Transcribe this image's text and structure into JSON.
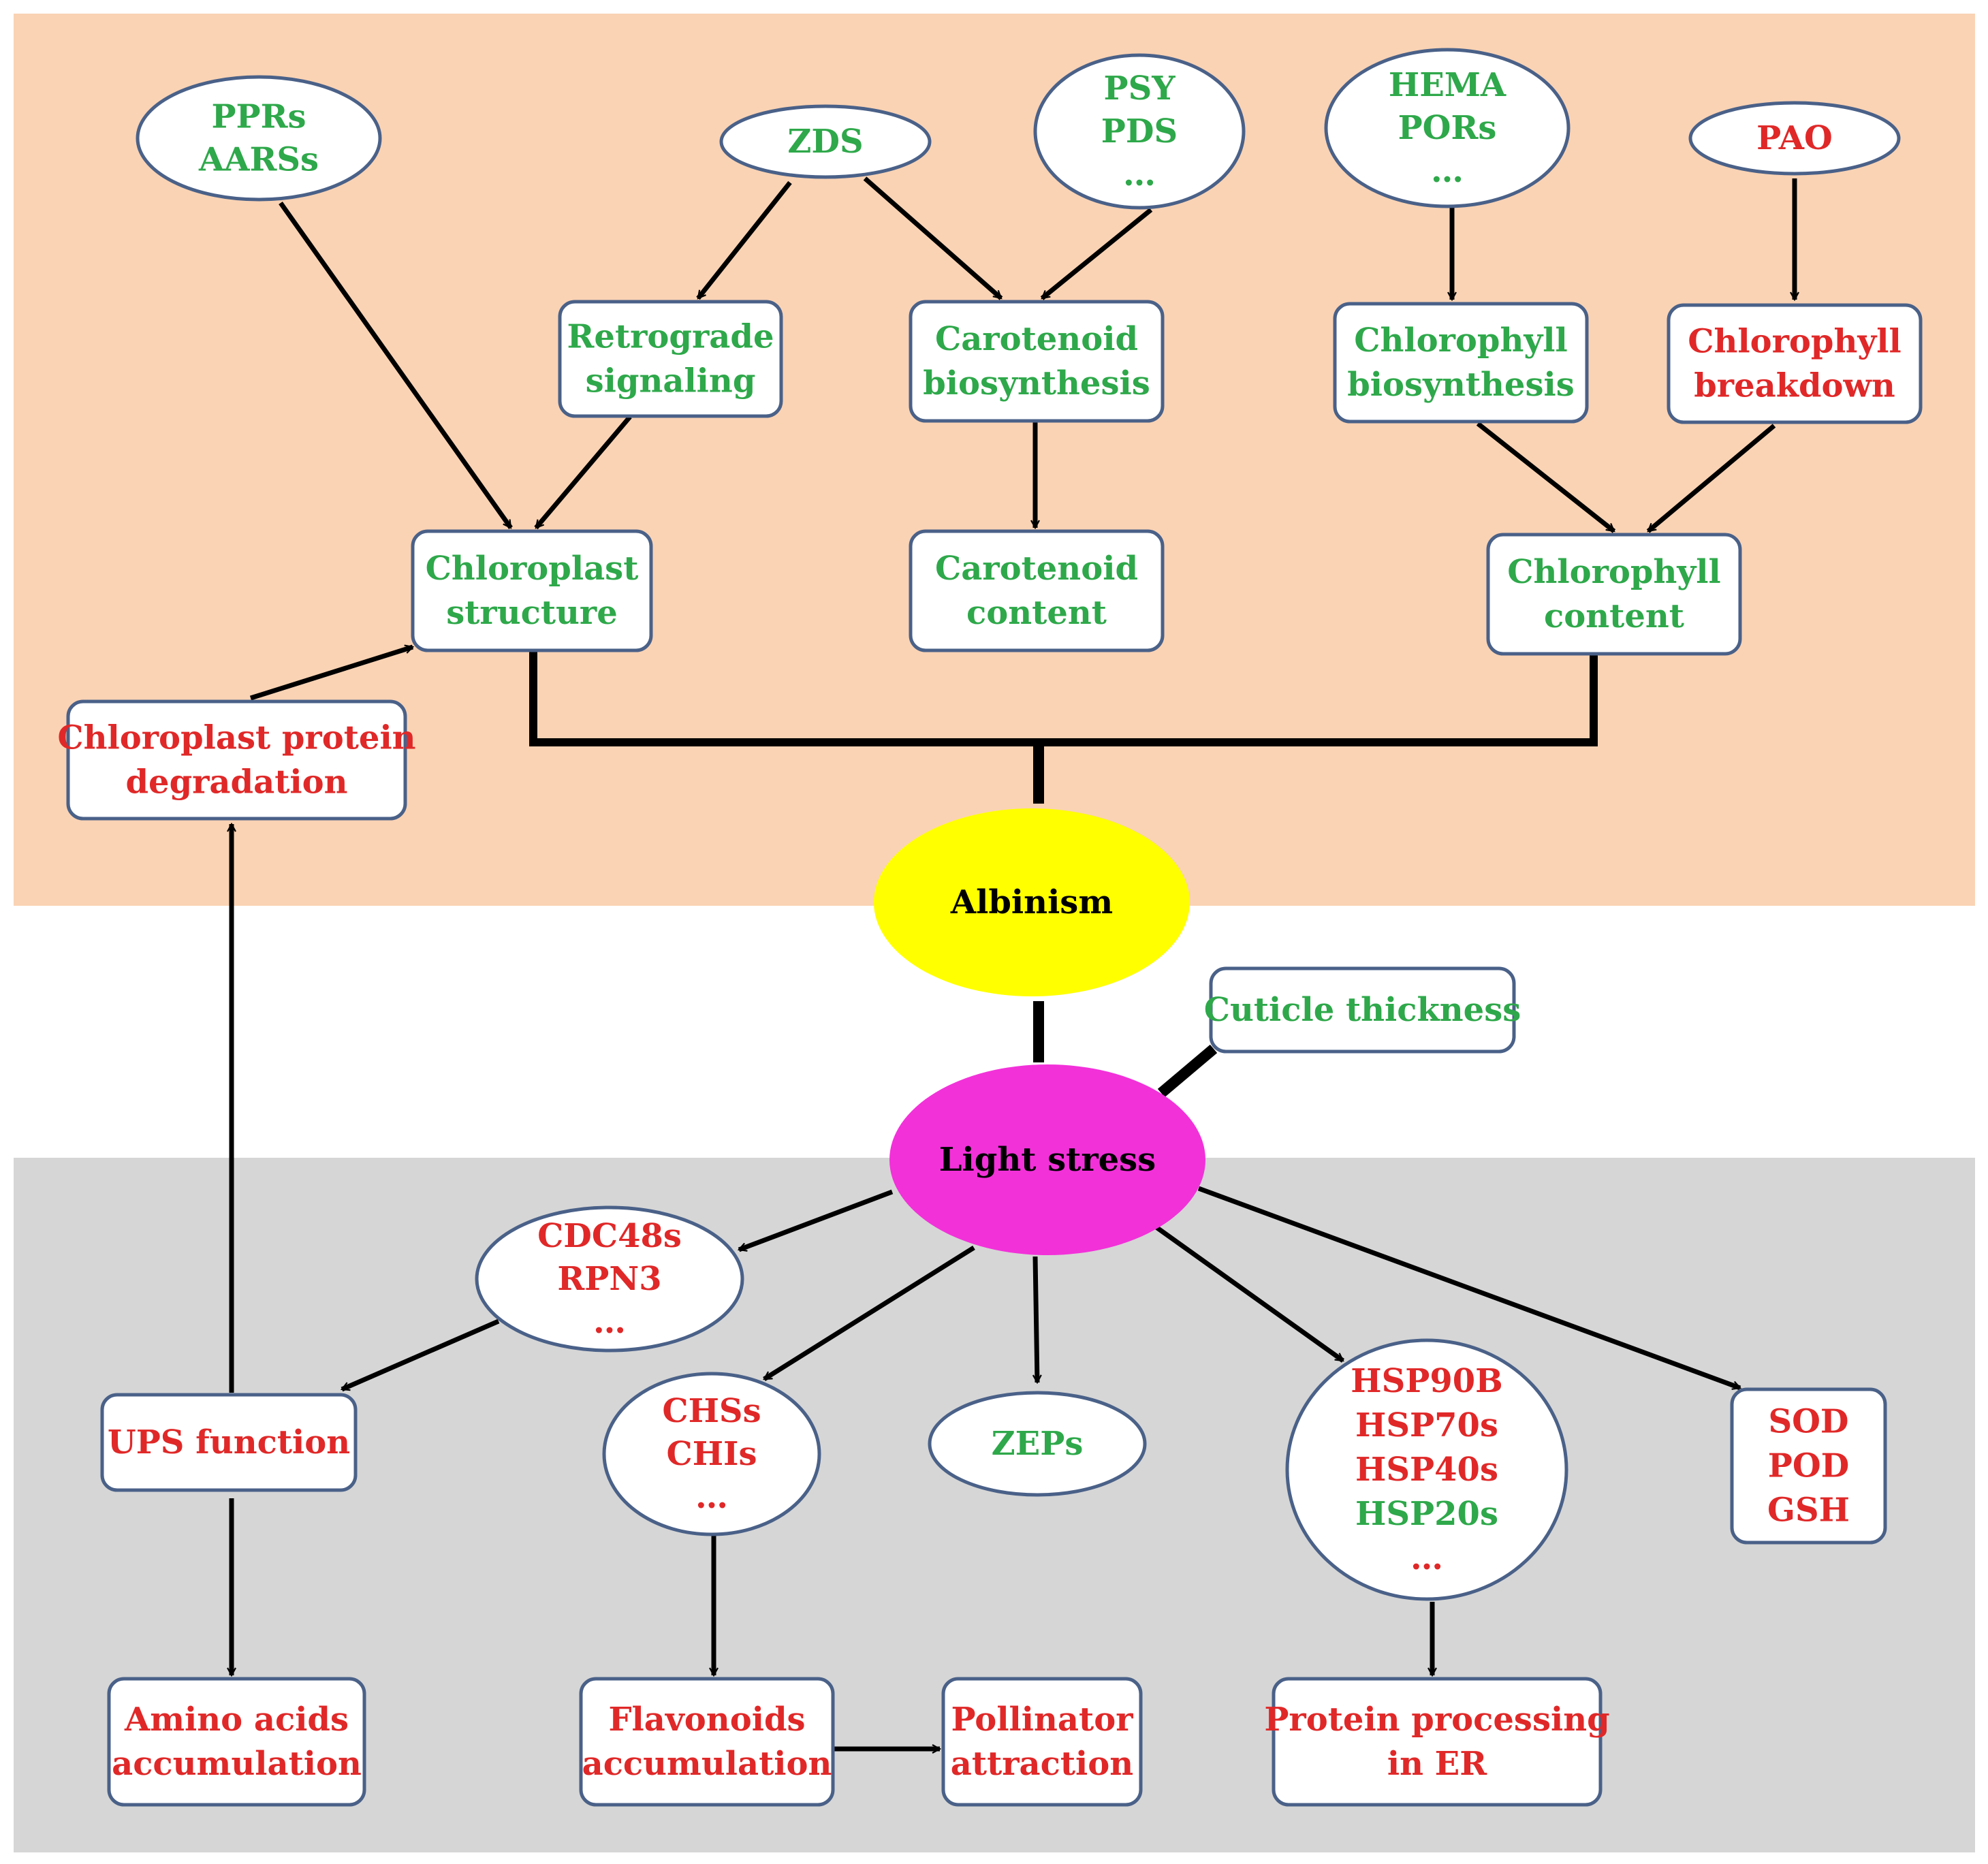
{
  "colors": {
    "top_region": "#FAD3B4",
    "bottom_region": "#D6D6D6",
    "node_border": "#4A6188",
    "green_text": "#2EA84A",
    "red_text": "#E02828",
    "albinism_fill": "#FFFF00",
    "light_stress_fill": "#F231D9"
  },
  "nodes": {
    "pprs": {
      "lines": [
        "PPRs",
        "AARSs"
      ],
      "color": "green"
    },
    "zds": {
      "lines": [
        "ZDS"
      ],
      "color": "green"
    },
    "psy": {
      "lines": [
        "PSY",
        "PDS",
        "…"
      ],
      "color": "green"
    },
    "hema": {
      "lines": [
        "HEMA",
        "PORs",
        "…"
      ],
      "color": "green"
    },
    "pao": {
      "lines": [
        "PAO"
      ],
      "color": "red"
    },
    "retrograde": {
      "lines": [
        "Retrograde",
        "signaling"
      ],
      "color": "green"
    },
    "carot_bio": {
      "lines": [
        "Carotenoid",
        "biosynthesis"
      ],
      "color": "green"
    },
    "chl_bio": {
      "lines": [
        "Chlorophyll",
        "biosynthesis"
      ],
      "color": "green"
    },
    "chl_break": {
      "lines": [
        "Chlorophyll",
        "breakdown"
      ],
      "color": "red"
    },
    "chloro_struct": {
      "lines": [
        "Chloroplast",
        "structure"
      ],
      "color": "green"
    },
    "carot_content": {
      "lines": [
        "Carotenoid",
        "content"
      ],
      "color": "green"
    },
    "chl_content": {
      "lines": [
        "Chlorophyll",
        "content"
      ],
      "color": "green"
    },
    "chloro_deg": {
      "lines": [
        "Chloroplast protein",
        "degradation"
      ],
      "color": "red"
    },
    "albinism": {
      "lines": [
        "Albinism"
      ],
      "color": "black"
    },
    "cuticle": {
      "lines": [
        "Cuticle thickness"
      ],
      "color": "green"
    },
    "light_stress": {
      "lines": [
        "Light stress"
      ],
      "color": "black"
    },
    "cdc48": {
      "lines": [
        "CDC48s",
        "RPN3",
        "…"
      ],
      "color": "red"
    },
    "ups": {
      "lines": [
        "UPS function"
      ],
      "color": "red"
    },
    "chs": {
      "lines": [
        "CHSs",
        "CHIs",
        "…"
      ],
      "color": "red"
    },
    "zeps": {
      "lines": [
        "ZEPs"
      ],
      "color": "green"
    },
    "hsp": {
      "lines": [
        "HSP90B",
        "HSP70s",
        "HSP40s",
        "HSP20s",
        "…"
      ],
      "colors": [
        "red",
        "red",
        "red",
        "green",
        "red"
      ]
    },
    "sod": {
      "lines": [
        "SOD",
        "POD",
        "GSH"
      ],
      "color": "red"
    },
    "amino": {
      "lines": [
        "Amino acids",
        "accumulation"
      ],
      "color": "red"
    },
    "flavonoids": {
      "lines": [
        "Flavonoids",
        "accumulation"
      ],
      "color": "red"
    },
    "pollinator": {
      "lines": [
        "Pollinator",
        "attraction"
      ],
      "color": "red"
    },
    "protein_er": {
      "lines": [
        "Protein processing",
        "in ER"
      ],
      "color": "red"
    }
  }
}
